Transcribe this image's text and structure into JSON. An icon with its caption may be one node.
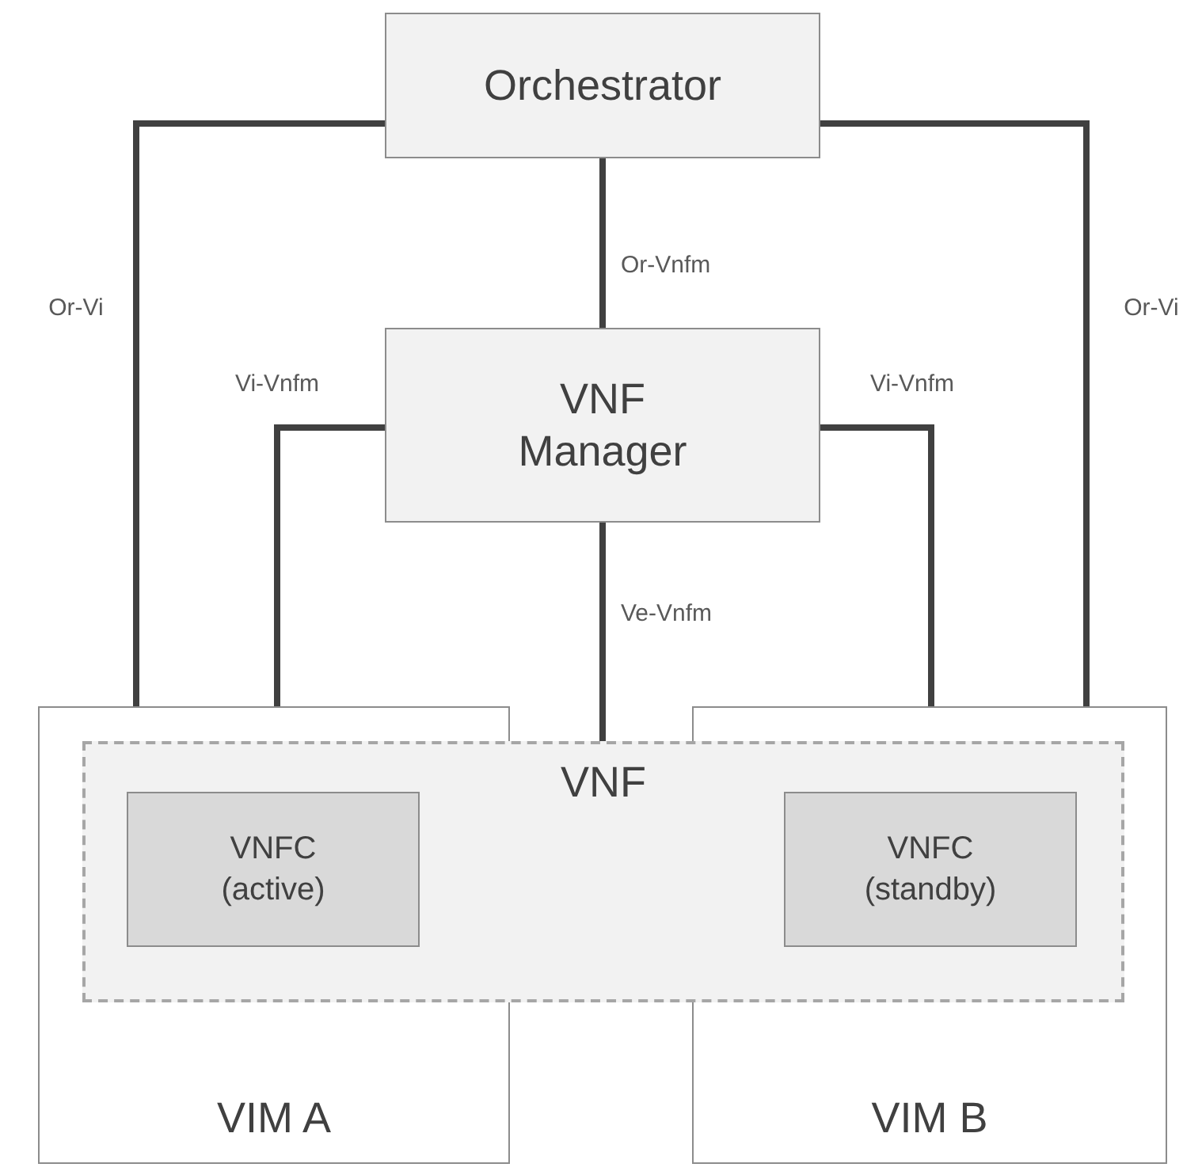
{
  "diagram": {
    "nodes": [
      {
        "text": [
          "Orchestrator"
        ]
      },
      {
        "text": [
          "VNF Manager"
        ]
      },
      {
        "text": [
          "VIM A"
        ]
      },
      {
        "text": [
          "VIM B"
        ]
      },
      {
        "text": [
          "VNF"
        ]
      },
      {
        "text": [
          "VNFC (active)"
        ]
      },
      {
        "text": [
          "VNFC (standby)"
        ]
      }
    ],
    "edges": [
      {
        "from": 0,
        "to": 2,
        "arrow": "none",
        "label": "Or-Vi"
      },
      {
        "from": 0,
        "to": 3,
        "arrow": "none",
        "label": "Or-Vi"
      },
      {
        "from": 0,
        "to": 1,
        "arrow": "none",
        "label": "Or-Vnfm"
      },
      {
        "from": 1,
        "to": 2,
        "arrow": "none",
        "label": "Vi-Vnfm"
      },
      {
        "from": 1,
        "to": 3,
        "arrow": "none",
        "label": "Vi-Vnfm"
      },
      {
        "from": 1,
        "to": 4,
        "arrow": "none",
        "label": "Ve-Vnfm"
      }
    ]
  }
}
